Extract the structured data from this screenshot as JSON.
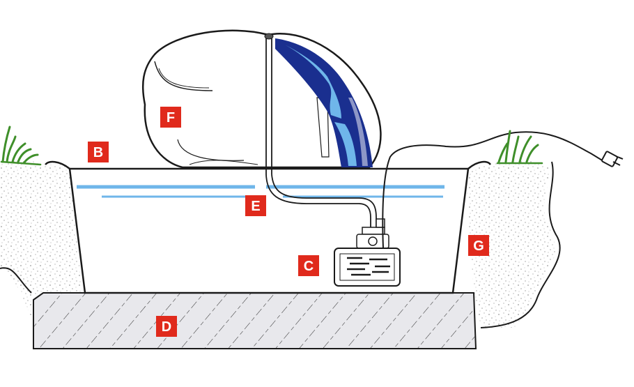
{
  "labels": {
    "B": "B",
    "C": "C",
    "D": "D",
    "E": "E",
    "F": "F",
    "G": "G"
  },
  "colors": {
    "label_bg": "#e02a1c",
    "label_text": "#ffffff",
    "water_light": "#6fb6ea",
    "water_dark": "#1a2f8f",
    "grass": "#3f8f2a",
    "outline": "#1a1a1a",
    "ground_speckle": "#9a9a9a",
    "slab": "#e8e8ec"
  },
  "icons": {
    "rock": "boulder-shape",
    "pump": "pump-motor-shape",
    "plug": "power-plug-shape",
    "grass": "grass-tuft-shape"
  }
}
